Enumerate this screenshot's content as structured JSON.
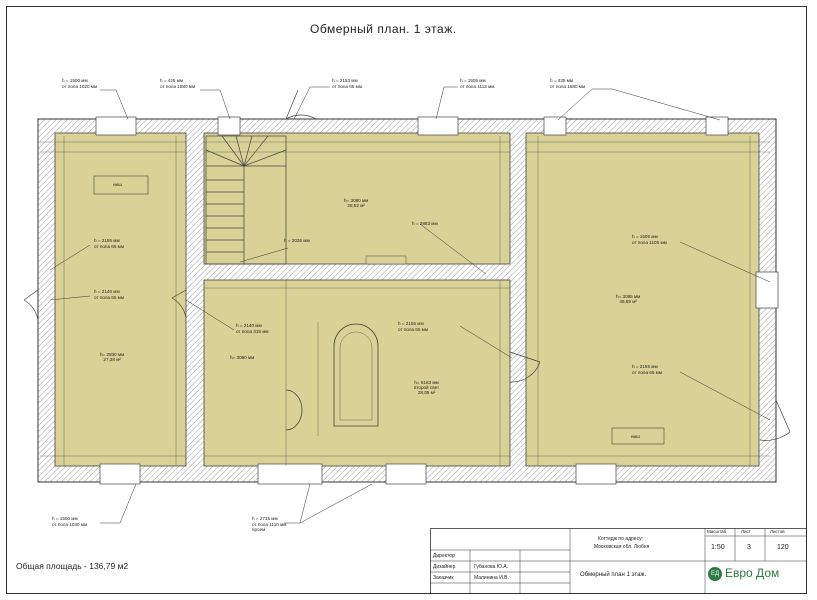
{
  "title": "Обмерный план. 1 этаж.",
  "total_area": "Общая площадь - 136,79 м2",
  "openings": [
    {
      "id": "o1",
      "l1": "h = 1500 мм",
      "l2": "от пола 1020 мм"
    },
    {
      "id": "o2",
      "l1": "h = 425 мм",
      "l2": "от пола 1580 мм"
    },
    {
      "id": "o3",
      "l1": "h = 2153 мм",
      "l2": "от пола 65 мм"
    },
    {
      "id": "o4",
      "l1": "h = 1505 мм",
      "l2": "от пола 1113 мм"
    },
    {
      "id": "o5",
      "l1": "h = 425 мм",
      "l2": "от пола 1580 мм"
    },
    {
      "id": "o6",
      "l1": "h = 2155 мм",
      "l2": "от пола 65 мм"
    },
    {
      "id": "o7",
      "l1": "h = 2140 мм",
      "l2": "от пола 65 мм"
    },
    {
      "id": "o8",
      "l1": "h = 2035 мм",
      "l2": ""
    },
    {
      "id": "o9",
      "l1": "h = 2883 мм",
      "l2": ""
    },
    {
      "id": "o10",
      "l1": "h = 2140 мм",
      "l2": "от пола 315 мм"
    },
    {
      "id": "o11",
      "l1": "h = 2155 мм",
      "l2": "от пола 65 мм"
    },
    {
      "id": "o12",
      "l1": "h = 1505 мм",
      "l2": "от пола 1105 мм"
    },
    {
      "id": "o13",
      "l1": "h = 2155 мм",
      "l2": "от пола 65 мм"
    },
    {
      "id": "o14",
      "l1": "h = 1500 мм",
      "l2": "от пола 1030 мм"
    },
    {
      "id": "o15",
      "l1": "h = 2735 мм",
      "l2": "от пола 1110 мм",
      "l3": "проем"
    }
  ],
  "rooms": [
    {
      "id": "r1",
      "h": "h= 2830 мм",
      "area": "27,38 м²",
      "note": ""
    },
    {
      "id": "r2",
      "h": "h= 3080 мм",
      "area": "28,52 м²",
      "note": ""
    },
    {
      "id": "r3",
      "h": "h= 3080 мм",
      "area": "",
      "note": ""
    },
    {
      "id": "r4",
      "h": "h= 6183 мм",
      "area": "28,05 м²",
      "note": "второй свет"
    },
    {
      "id": "r5",
      "h": "h= 3095 мм",
      "area": "46,89 м²",
      "note": ""
    }
  ],
  "fixtures": {
    "box_left": "ниш",
    "box_right": "ниш"
  },
  "stamp": {
    "object_l1": "Коттедж по адресу:",
    "object_l2": "Московская обл. Любня",
    "sheet_title": "Обмерный план 1 этаж.",
    "roles": [
      "Директор",
      "Дизайнер",
      "Заказчик"
    ],
    "names": [
      "",
      "Губанова Ю.А.",
      "Малинина И.В."
    ],
    "h_scale": "Масштаб",
    "h_sheet": "Лист",
    "h_sheets": "Листов",
    "scale": "1:50",
    "sheet": "3",
    "sheets": "120"
  },
  "logo": {
    "mark": "ЕД",
    "text": "Евро Дом"
  },
  "colors": {
    "floor": "#d9d196",
    "wall": "#ffffff",
    "hatch": "#777777"
  }
}
